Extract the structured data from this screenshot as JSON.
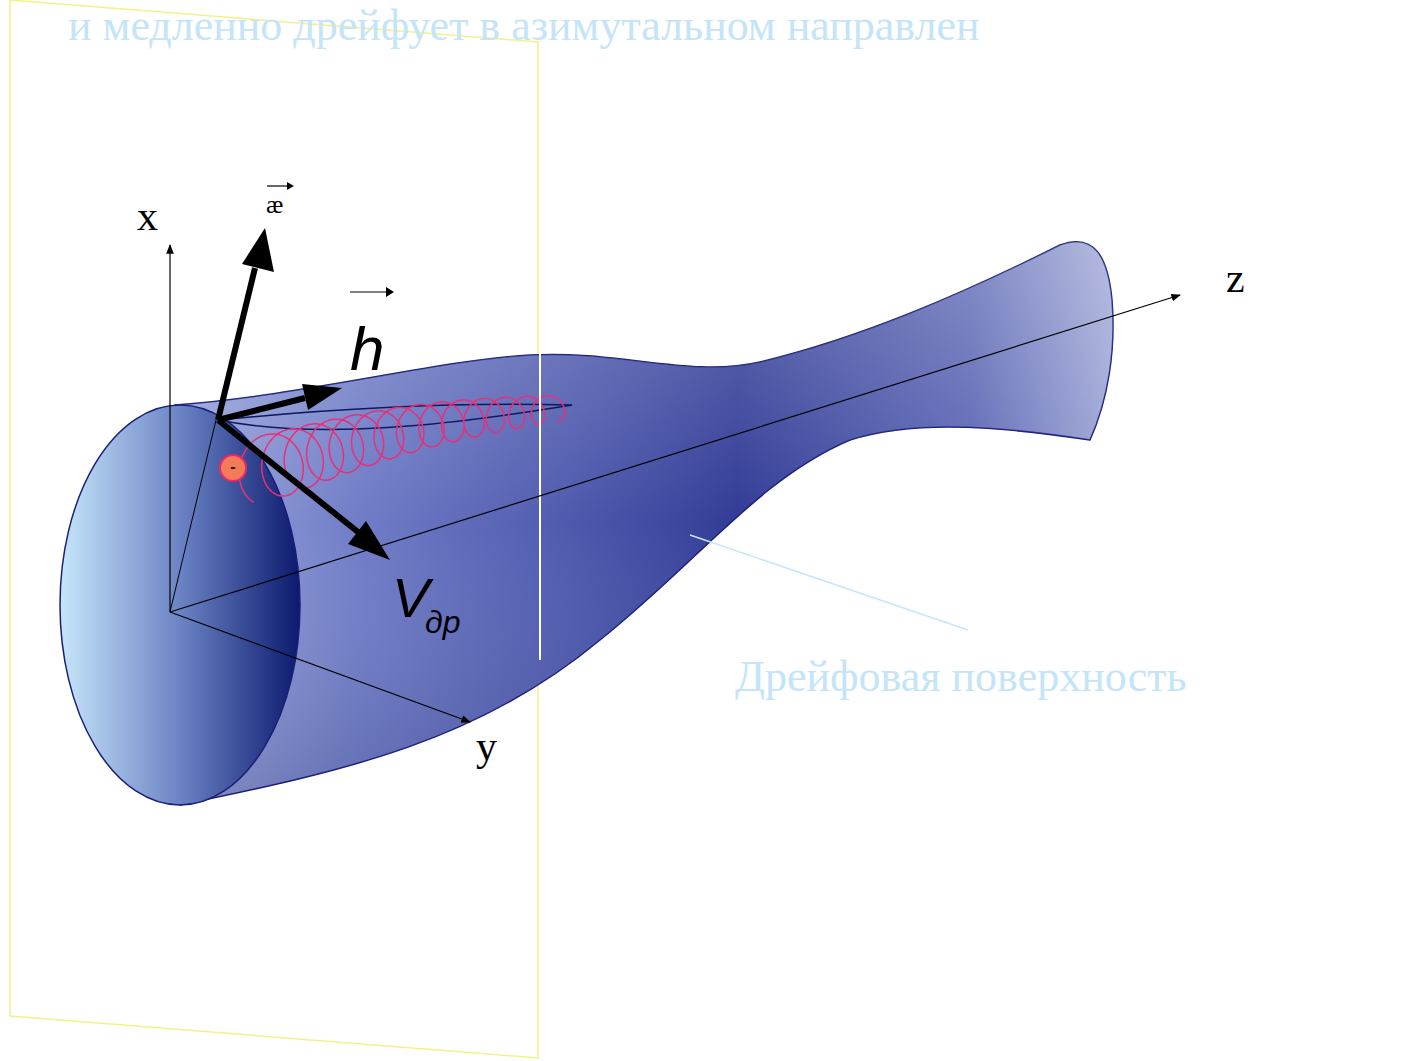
{
  "diagram": {
    "labels": [
      "и медленно дрейфует в азимутальном направлен",
      "x",
      "æ",
      "h",
      "V",
      "др",
      "-",
      "z",
      "y",
      "Дрейфовая поверхность"
    ]
  }
}
